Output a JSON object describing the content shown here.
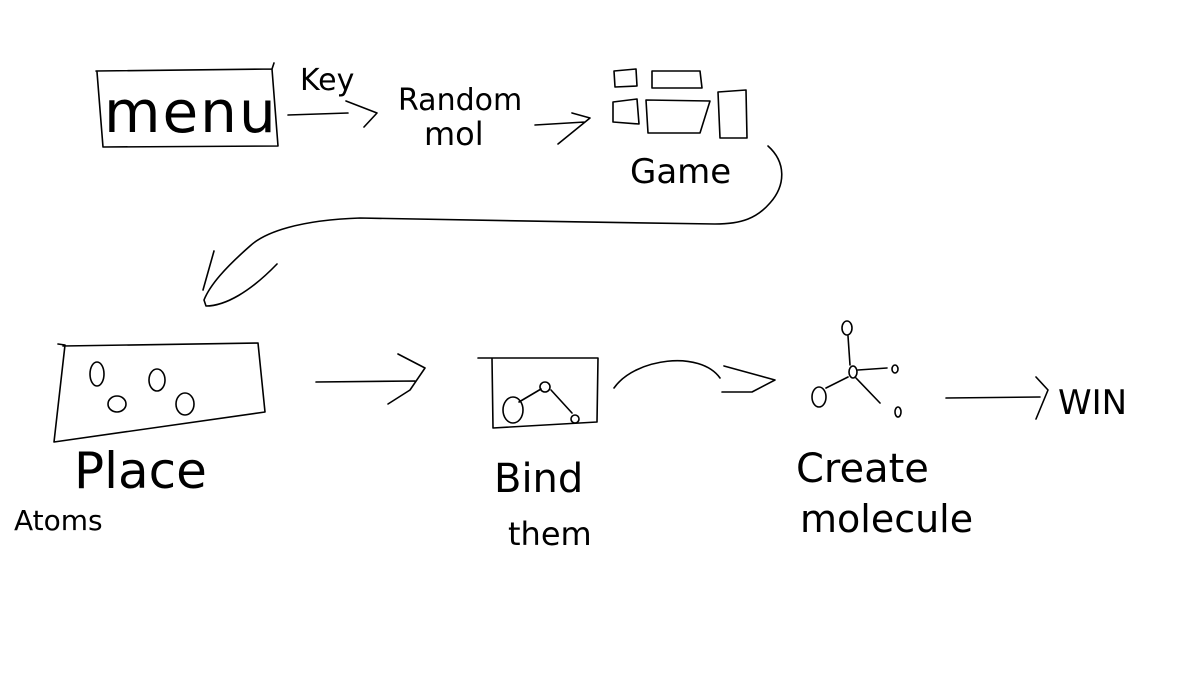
{
  "labels": {
    "menu": "menu",
    "key": "Key",
    "random_line1": "Random",
    "random_line2": "mol",
    "game": "Game",
    "place": "Place",
    "atoms": "Atoms",
    "bind": "Bind",
    "them": "them",
    "create": "Create",
    "molecule": "molecule",
    "win": "WIN"
  },
  "colors": {
    "ink": "#000000",
    "background": "#ffffff"
  }
}
